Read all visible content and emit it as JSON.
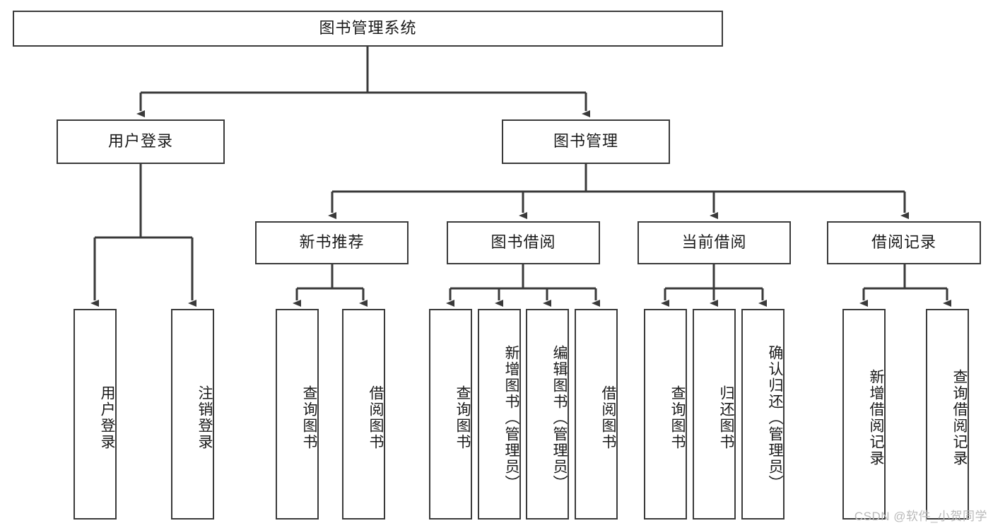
{
  "diagram": {
    "title_text": "图书管理系统",
    "type": "tree-hierarchy-diagram",
    "stroke_color": "#3a3a3a",
    "background_color": "#ffffff",
    "text_color": "#1a1a1a"
  },
  "root": {
    "label": "图书管理系统"
  },
  "level2": [
    {
      "label": "用户登录"
    },
    {
      "label": "图书管理"
    }
  ],
  "level3": [
    {
      "label": "新书推荐"
    },
    {
      "label": "图书借阅"
    },
    {
      "label": "当前借阅"
    },
    {
      "label": "借阅记录"
    }
  ],
  "leaves": {
    "user_login": [
      {
        "label": "用户登录"
      },
      {
        "label": "注销登录"
      }
    ],
    "new_book_recommend": [
      {
        "label": "查询图书"
      },
      {
        "label": "借阅图书"
      }
    ],
    "book_borrow": [
      {
        "label": "查询图书"
      },
      {
        "label": "新增图书（管理员）"
      },
      {
        "label": "编辑图书（管理员）"
      },
      {
        "label": "借阅图书"
      }
    ],
    "current_borrow": [
      {
        "label": "查询图书"
      },
      {
        "label": "归还图书"
      },
      {
        "label": "确认归还（管理员）"
      }
    ],
    "borrow_record": [
      {
        "label": "新增借阅记录"
      },
      {
        "label": "查询借阅记录"
      }
    ]
  },
  "watermark": {
    "text": "CSDN @软件_小贺同学"
  }
}
